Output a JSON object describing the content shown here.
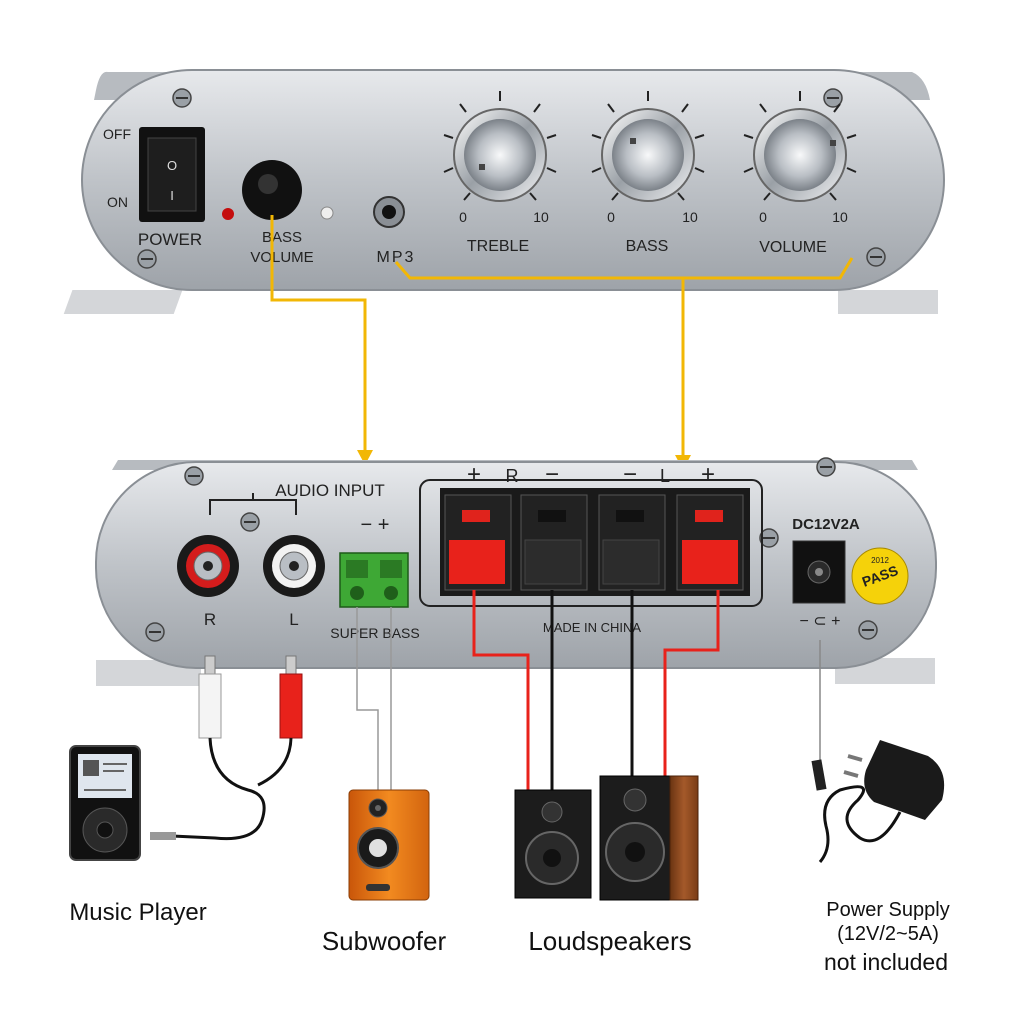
{
  "front_panel": {
    "off_label": "OFF",
    "on_label": "ON",
    "power_label": "POWER",
    "bass_volume_label_1": "BASS",
    "bass_volume_label_2": "VOLUME",
    "mp3_label": "MP3",
    "switch_o": "O",
    "switch_i": "I",
    "knobs": [
      {
        "name": "TREBLE",
        "min": "0",
        "max": "10"
      },
      {
        "name": "BASS",
        "min": "0",
        "max": "10"
      },
      {
        "name": "VOLUME",
        "min": "0",
        "max": "10"
      }
    ]
  },
  "back_panel": {
    "audio_input_label": "AUDIO INPUT",
    "r_label": "R",
    "l_label": "L",
    "minus_plus": "− +",
    "super_bass_label": "SUPER BASS",
    "plus": "+",
    "minus": "−",
    "r_channel": "R",
    "l_channel": "L",
    "made_in_label": "MADE IN CHINA",
    "dc_label": "DC12V2A",
    "pass_label": "PASS",
    "sticker_year": "2012",
    "polarity_label": "− ⊂ +"
  },
  "devices": {
    "music_player_label": "Music Player",
    "subwoofer_label": "Subwoofer",
    "loudspeakers_label": "Loudspeakers",
    "power_supply_label_1": "Power Supply",
    "power_supply_label_2": "(12V/2~5A)",
    "power_supply_label_3": "not included"
  },
  "colors": {
    "wire_orange": "#f2b705",
    "wire_red": "#e8221b",
    "wire_black": "#111111",
    "panel_silver": "#c9ccd0",
    "speaker_orange": "#e8740c",
    "speaker_wood": "#8a4a1c"
  }
}
